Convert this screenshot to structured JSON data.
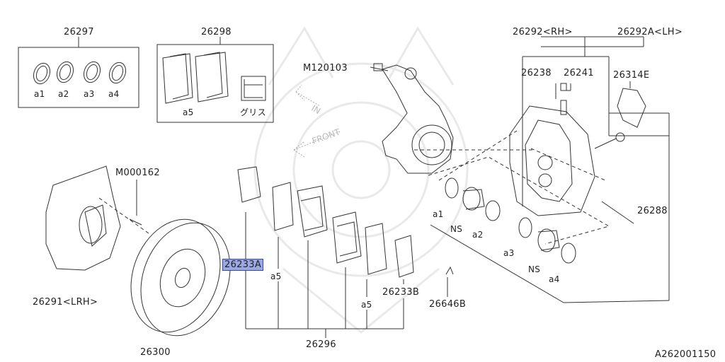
{
  "callouts": {
    "kit_seals": "26297",
    "kit_pads": "26298",
    "caliper_rh": "26292<RH>",
    "caliper_lh": "26292A<LH>",
    "bleeder": "26238",
    "bleeder_cap": "26241",
    "pad_clip": "26314E",
    "bolt_knuckle": "M120103",
    "bolt_shield": "M000162",
    "pin": "26288",
    "pad_inner": "26233A",
    "pad_outer": "26233B",
    "spring": "26646B",
    "pad_set": "26296",
    "shield": "26291<LRH>",
    "rotor": "26300",
    "ref": "A262001150"
  },
  "kit_items": [
    "a1",
    "a2",
    "a3",
    "a4"
  ],
  "pad_kit": {
    "a5": "a5",
    "grease": "グリス"
  },
  "caliper_parts": {
    "a1": "a1",
    "ns1": "NS",
    "a2": "a2",
    "a3": "a3",
    "ns2": "NS",
    "a4": "a4",
    "a5_left": "a5",
    "a5_right": "a5"
  },
  "directions": {
    "in": "IN",
    "front": "FRONT"
  },
  "colors": {
    "line": "#333333",
    "highlight": "#9aa8e4",
    "watermark": "#eeeeee"
  }
}
